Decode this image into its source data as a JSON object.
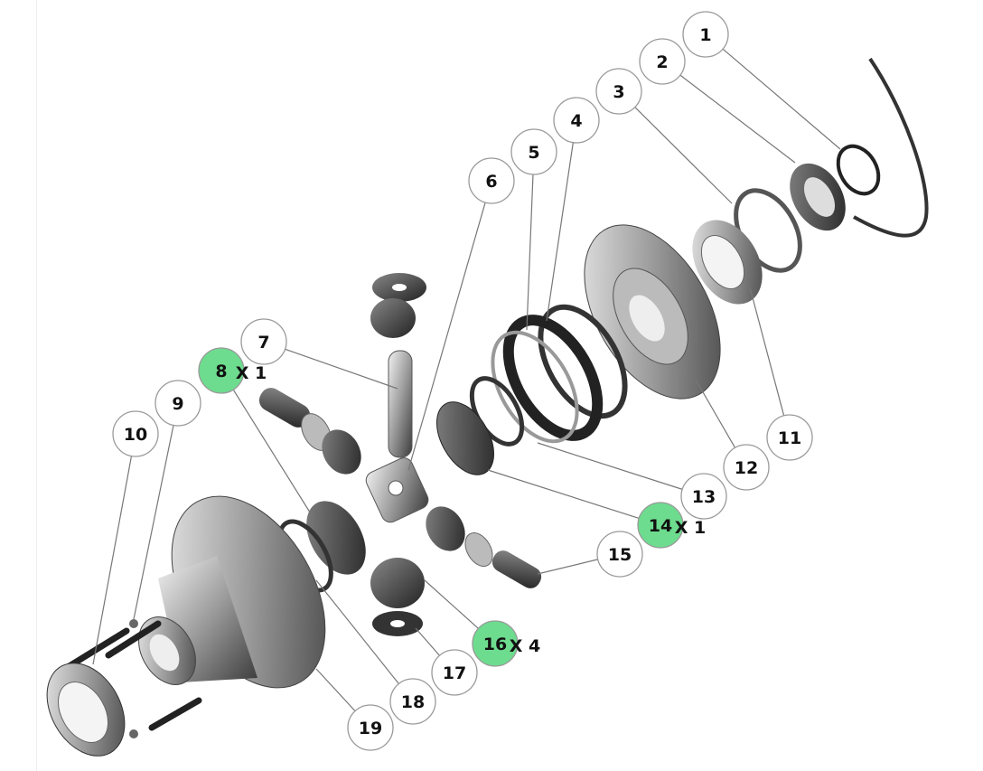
{
  "diagram": {
    "callouts": [
      {
        "label": "1",
        "highlighted": false
      },
      {
        "label": "2",
        "highlighted": false
      },
      {
        "label": "3",
        "highlighted": false
      },
      {
        "label": "4",
        "highlighted": false
      },
      {
        "label": "5",
        "highlighted": false
      },
      {
        "label": "6",
        "highlighted": false
      },
      {
        "label": "7",
        "highlighted": false
      },
      {
        "label": "8",
        "highlighted": true,
        "qty": "X 1"
      },
      {
        "label": "9",
        "highlighted": false
      },
      {
        "label": "10",
        "highlighted": false
      },
      {
        "label": "11",
        "highlighted": false
      },
      {
        "label": "12",
        "highlighted": false
      },
      {
        "label": "13",
        "highlighted": false
      },
      {
        "label": "14",
        "highlighted": true,
        "qty": "X 1"
      },
      {
        "label": "15",
        "highlighted": false
      },
      {
        "label": "16",
        "highlighted": true,
        "qty": "X 4"
      },
      {
        "label": "17",
        "highlighted": false
      },
      {
        "label": "18",
        "highlighted": false
      },
      {
        "label": "19",
        "highlighted": false
      }
    ],
    "colors": {
      "highlight": "#6ddc8e",
      "normal": "#ffffff"
    }
  }
}
